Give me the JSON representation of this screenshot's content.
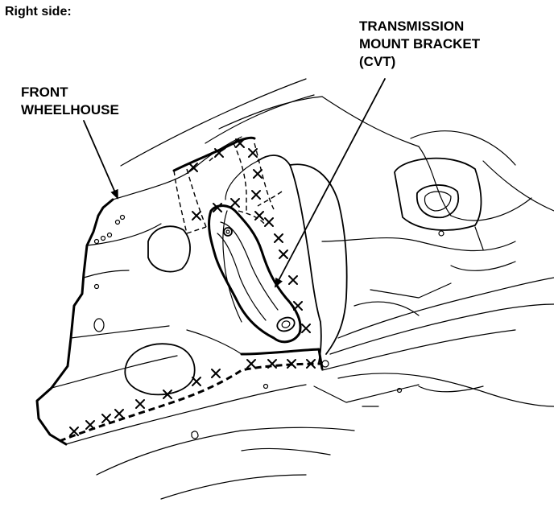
{
  "side_label": "Right side:",
  "callouts": {
    "front_wheelhouse": [
      "FRONT",
      "WHEELHOUSE"
    ],
    "transmission_mount_bracket": [
      "TRANSMISSION",
      "MOUNT BRACKET",
      "(CVT)"
    ]
  },
  "colors": {
    "ink": "#000000",
    "background": "#ffffff"
  },
  "weld_marks": {
    "symbol": "X"
  }
}
